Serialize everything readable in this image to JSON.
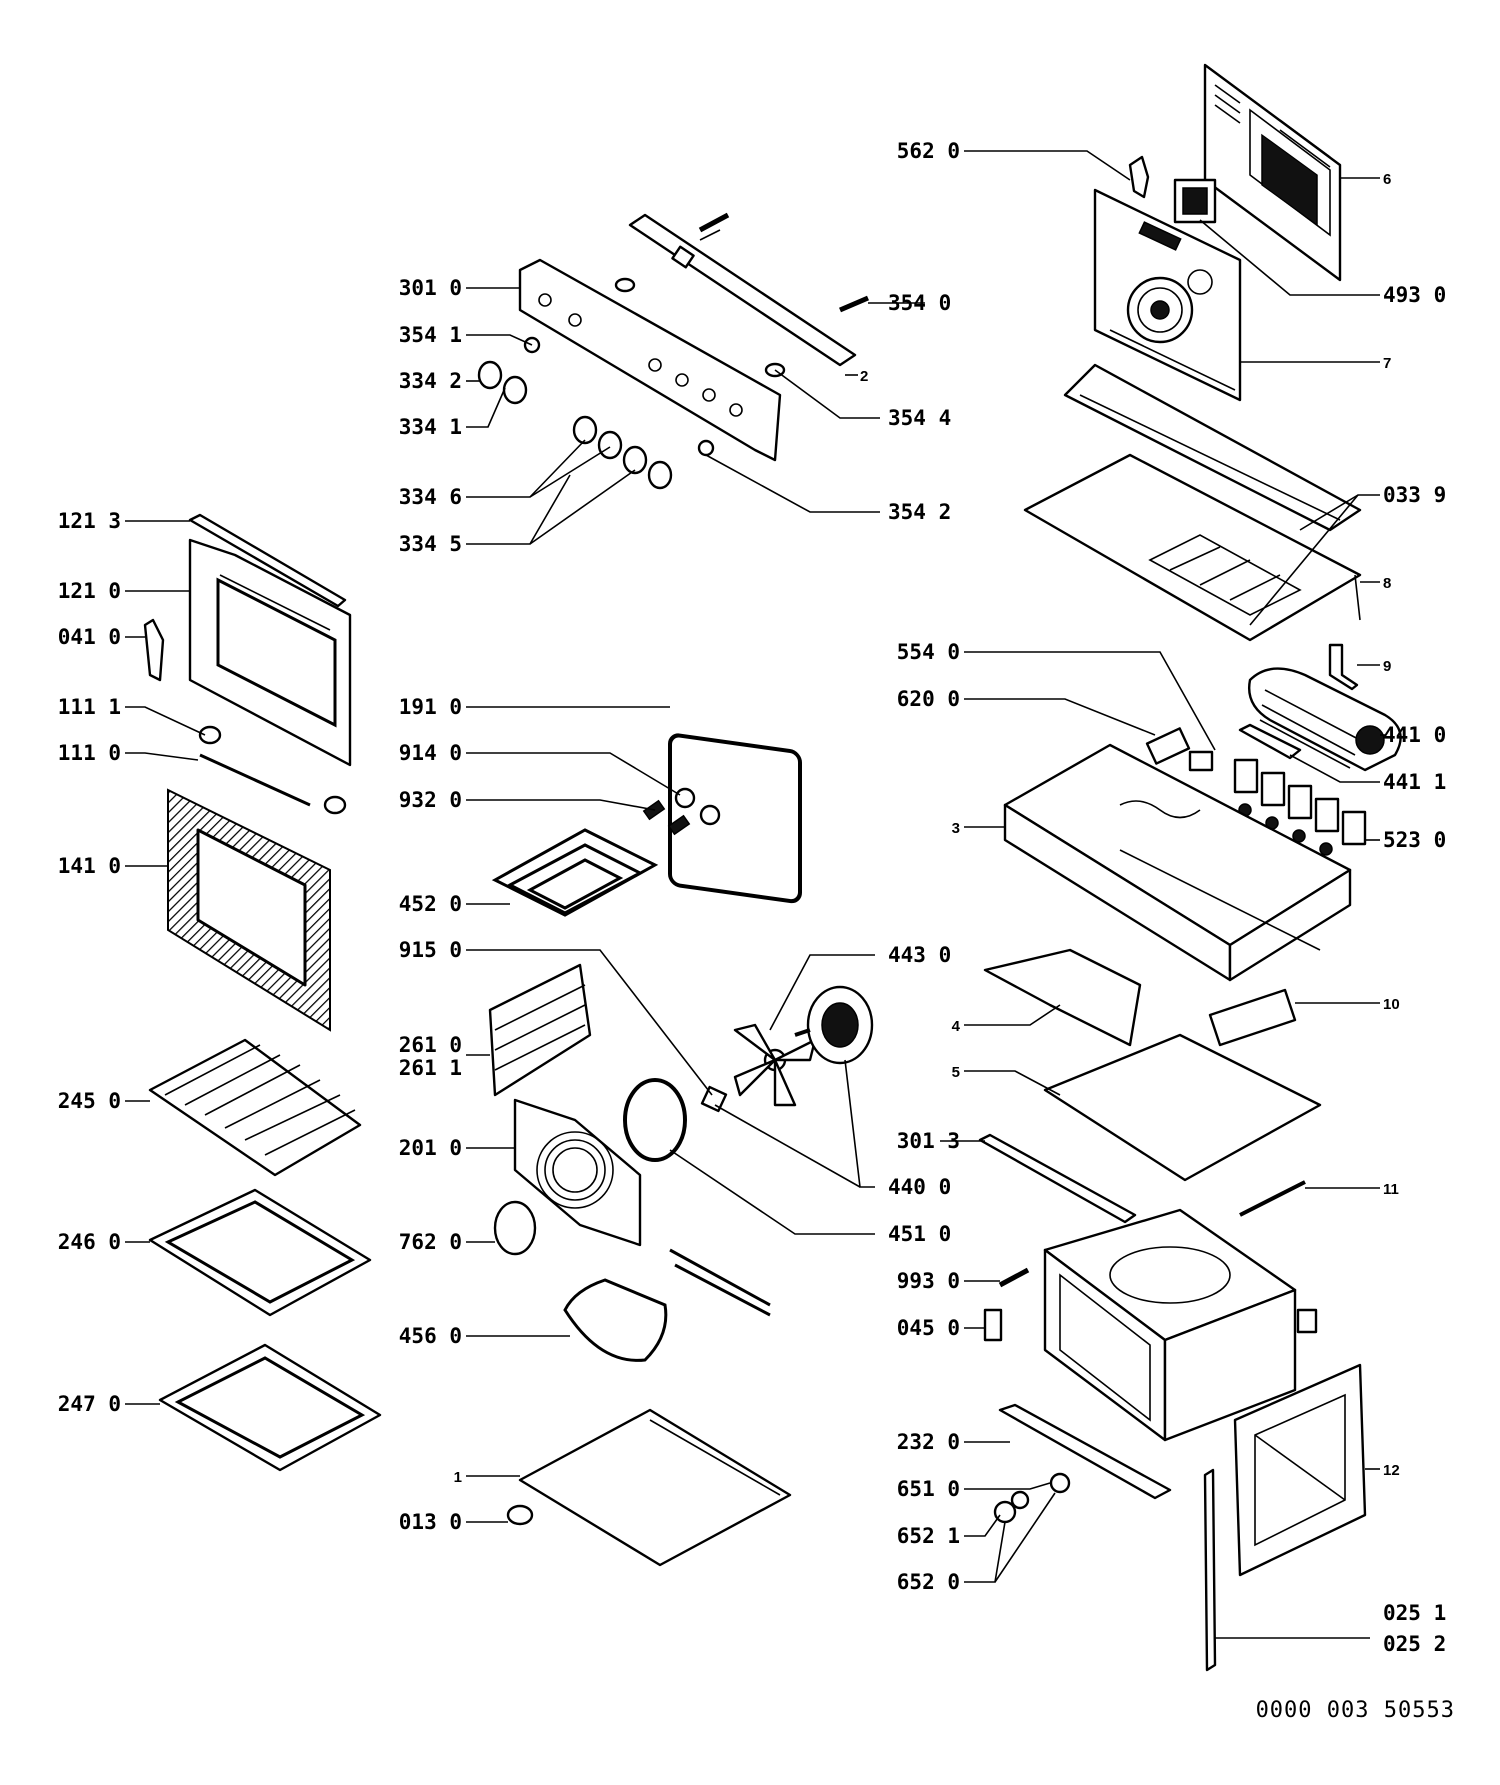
{
  "diagram": {
    "document_code": "0000 003 50553",
    "callouts": {
      "c562_0": "562  0",
      "c301_0": "301  0",
      "c354_0": "354  0",
      "c493_0": "493  0",
      "c354_1": "354  1",
      "c334_2": "334  2",
      "c334_1": "334  1",
      "c354_4": "354  4",
      "c7": "7",
      "c2": "2",
      "c6": "6",
      "c334_6": "334  6",
      "c354_2": "354  2",
      "c033_9": "033  9",
      "c121_3": "121  3",
      "c334_5": "334  5",
      "c121_0": "121  0",
      "c8": "8",
      "c041_0": "041  0",
      "c554_0": "554  0",
      "c9": "9",
      "c191_0": "191  0",
      "c111_1": "111  1",
      "c620_0": "620  0",
      "c441_0": "441  0",
      "c111_0": "111  0",
      "c914_0": "914  0",
      "c441_1": "441  1",
      "c932_0": "932  0",
      "c3": "3",
      "c523_0": "523  0",
      "c141_0": "141  0",
      "c452_0": "452  0",
      "c915_0": "915  0",
      "c443_0": "443  0",
      "c10": "10",
      "c4": "4",
      "c261_0": "261  0",
      "c261_1": "261  1",
      "c5": "5",
      "c245_0": "245  0",
      "c301_3": "301  3",
      "c201_0": "201  0",
      "c440_0": "440  0",
      "c11": "11",
      "c451_0": "451  0",
      "c246_0": "246  0",
      "c762_0": "762  0",
      "c993_0": "993  0",
      "c045_0": "045  0",
      "c456_0": "456  0",
      "c247_0": "247  0",
      "c232_0": "232  0",
      "c12": "12",
      "c1": "1",
      "c651_0": "651  0",
      "c013_0": "013  0",
      "c652_1": "652  1",
      "c652_0": "652  0",
      "c025_1": "025  1",
      "c025_2": "025  2"
    }
  }
}
